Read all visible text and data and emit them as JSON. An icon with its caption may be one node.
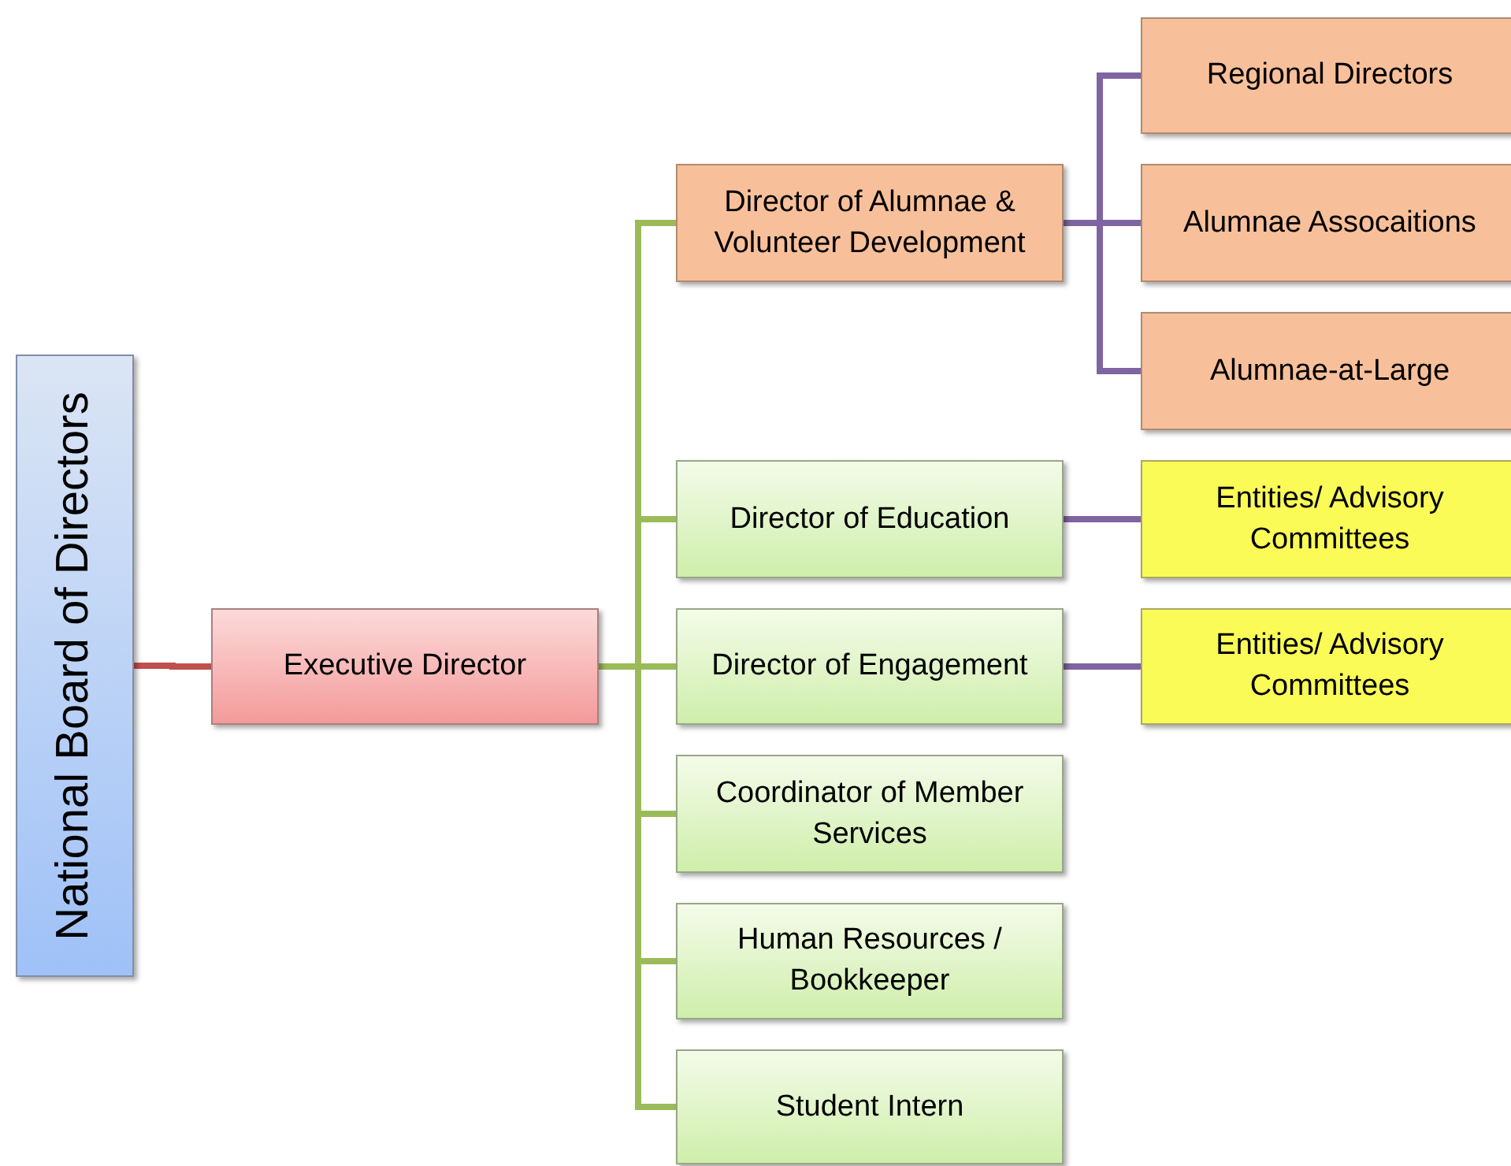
{
  "diagram": {
    "nodes": [
      {
        "text": [
          "National Board of Directors"
        ]
      },
      {
        "text": [
          "Executive Director"
        ]
      },
      {
        "text": [
          "Director of Alumnae & Volunteer Development"
        ]
      },
      {
        "text": [
          "Director of Education"
        ]
      },
      {
        "text": [
          "Director of Engagement"
        ]
      },
      {
        "text": [
          "Coordinator of Member Services"
        ]
      },
      {
        "text": [
          "Human Resources / Bookkeeper"
        ]
      },
      {
        "text": [
          "Student Intern"
        ]
      },
      {
        "text": [
          "Regional Directors"
        ]
      },
      {
        "text": [
          "Alumnae Assocaitions"
        ]
      },
      {
        "text": [
          "Alumnae-at-Large"
        ]
      },
      {
        "text": [
          "Entities/ Advisory Committees"
        ]
      },
      {
        "text": [
          "Entities/ Advisory Committees"
        ]
      }
    ],
    "edges": [
      {
        "from": 0,
        "to": 1,
        "arrow": "none",
        "color": "#c0504d"
      },
      {
        "from": 1,
        "to": 2,
        "arrow": "none"
      },
      {
        "from": 1,
        "to": 3,
        "arrow": "none"
      },
      {
        "from": 1,
        "to": 4,
        "arrow": "none"
      },
      {
        "from": 1,
        "to": 5,
        "arrow": "none"
      },
      {
        "from": 1,
        "to": 6,
        "arrow": "none"
      },
      {
        "from": 1,
        "to": 7,
        "arrow": "none"
      },
      {
        "from": 2,
        "to": 8,
        "arrow": "none",
        "color": "#8064a2"
      },
      {
        "from": 2,
        "to": 9,
        "arrow": "none",
        "color": "#8064a2"
      },
      {
        "from": 2,
        "to": 10,
        "arrow": "none",
        "color": "#8064a2"
      },
      {
        "from": 3,
        "to": 11,
        "arrow": "none",
        "color": "#8064a2"
      },
      {
        "from": 4,
        "to": 12,
        "arrow": "none",
        "color": "#8064a2"
      }
    ]
  }
}
